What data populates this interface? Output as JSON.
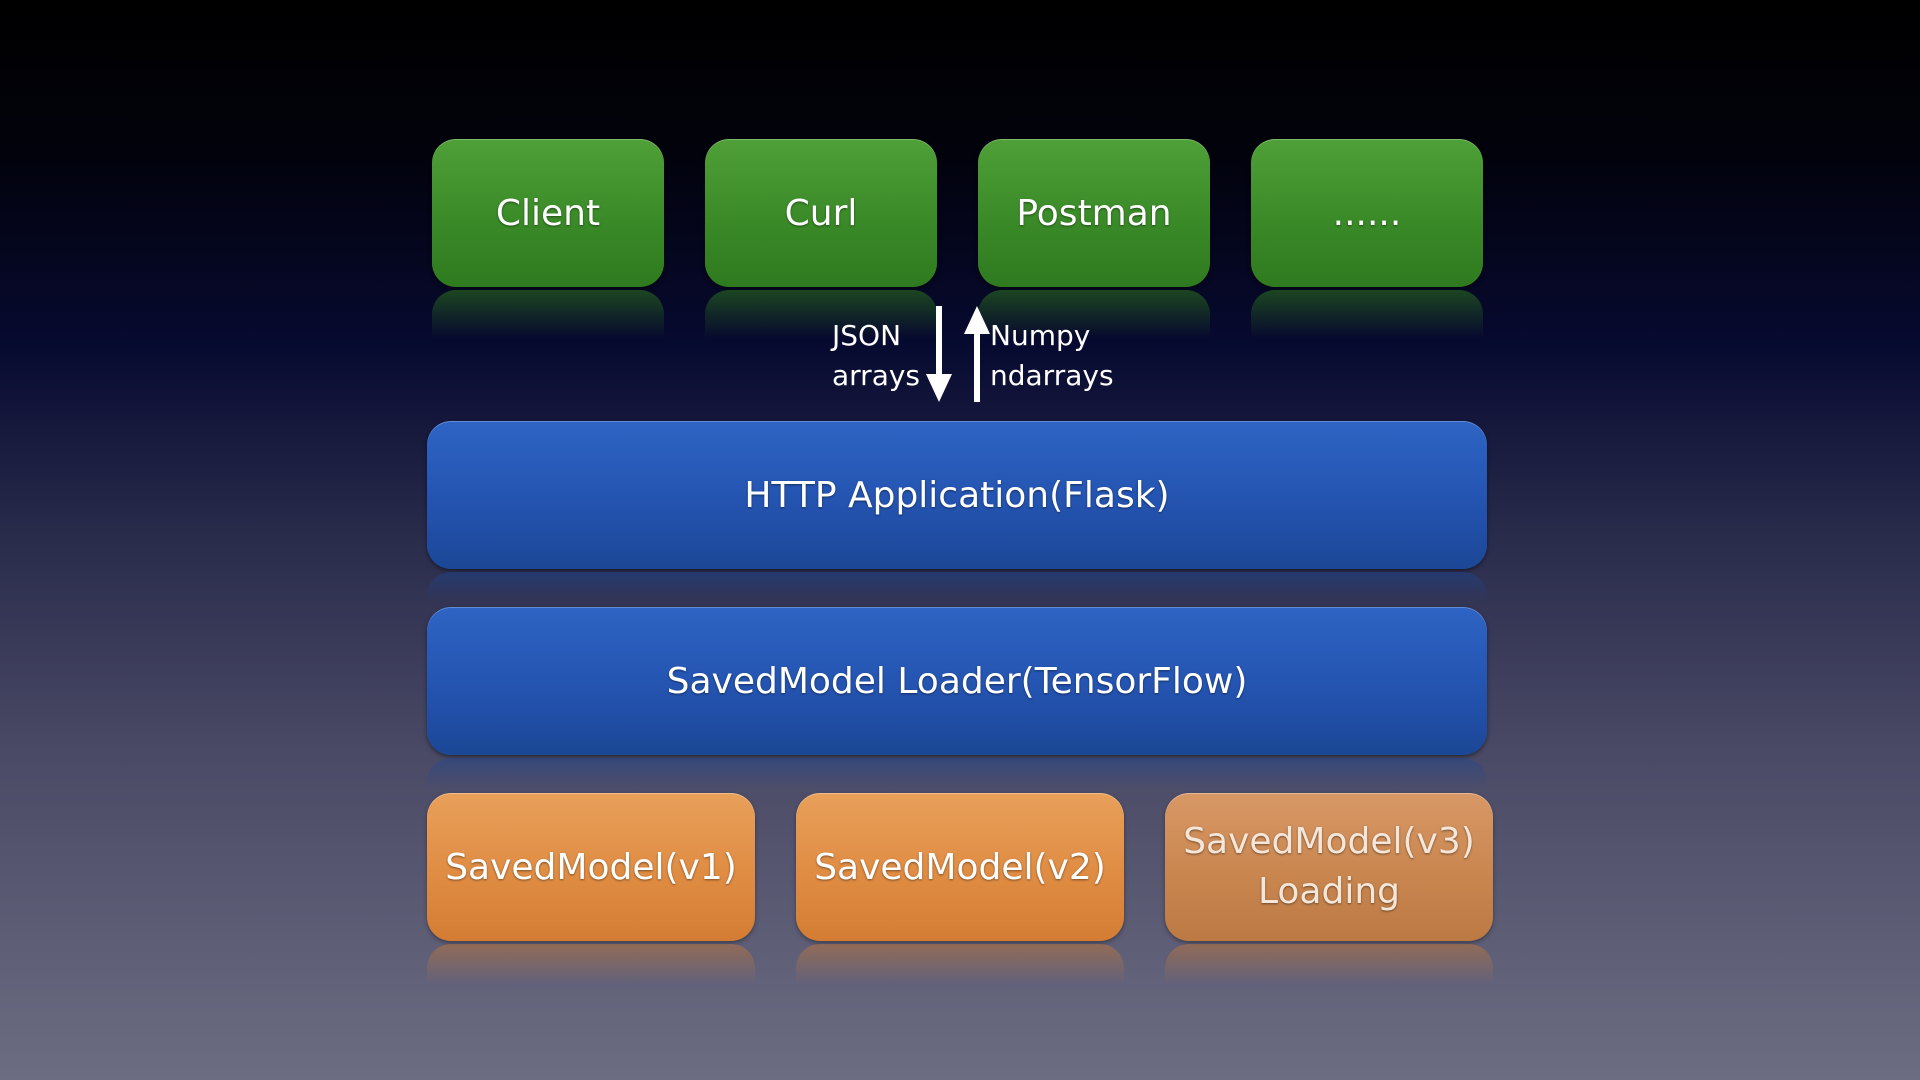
{
  "clients": [
    {
      "label": "Client"
    },
    {
      "label": "Curl"
    },
    {
      "label": "Postman"
    },
    {
      "label": "......"
    }
  ],
  "request_label": {
    "line1": "JSON",
    "line2": "arrays"
  },
  "response_label": {
    "line1": "Numpy",
    "line2": "ndarrays"
  },
  "http_app": {
    "label": "HTTP Application(Flask)"
  },
  "loader": {
    "label": "SavedModel Loader(TensorFlow)"
  },
  "models": [
    {
      "label": "SavedModel(v1)"
    },
    {
      "label": "SavedModel(v2)"
    },
    {
      "label": "SavedModel(v3)",
      "status": "Loading"
    }
  ],
  "colors": {
    "client_box": "#3a8a28",
    "layer_box": "#2352ae",
    "model_box": "#e08c43",
    "model_loading_box": "#c9864f"
  }
}
